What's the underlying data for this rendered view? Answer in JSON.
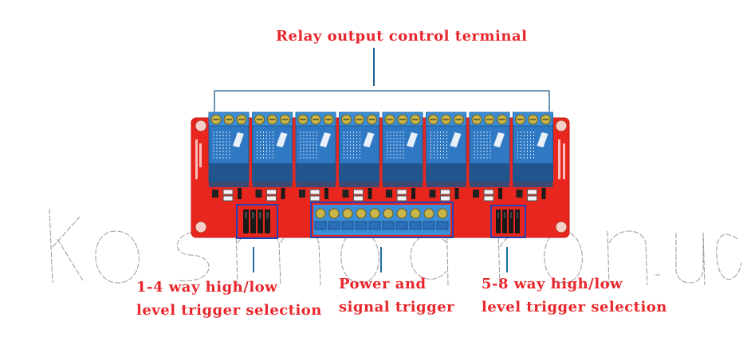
{
  "image": {
    "subject": "8-channel relay module board with annotation callouts",
    "relay_count": 8,
    "watermark": "kosmodrom.ua"
  },
  "callouts": {
    "top": {
      "text": "Relay output control terminal"
    },
    "left": {
      "lines": [
        "1-4 way high/low",
        "level trigger selection"
      ]
    },
    "middle": {
      "lines": [
        "Power and",
        "signal trigger"
      ]
    },
    "right": {
      "lines": [
        "5-8 way high/low",
        "level trigger selection"
      ]
    }
  },
  "colors": {
    "label_red": "#e8262b",
    "pcb_red": "#e8261e",
    "relay_blue": "#2e78c4",
    "terminal_blue": "#3a8fd8",
    "callout_line": "#1e5f8e",
    "highlight_box": "#2443b8",
    "watermark_stroke": "#9a9a9a"
  },
  "power_terminal_pins": 10,
  "jumper_blocks": 2
}
